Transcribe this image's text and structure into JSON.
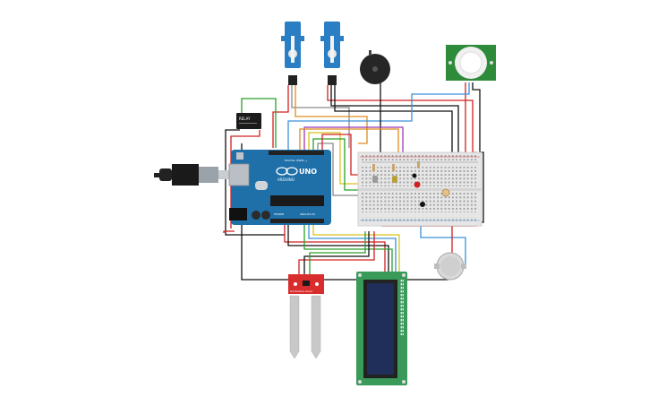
{
  "board": {
    "logo_text": "UNO",
    "brand_text": "ARDUINO",
    "digital_label": "DIGITAL (PWM~)",
    "power_label": "POWER",
    "analog_label": "ANALOG IN"
  },
  "relay": {
    "label": "RELAY"
  },
  "soil_sensor": {
    "label": "Soil Moisture Sensor"
  },
  "colors": {
    "arduino_blue": "#1f6fa8",
    "servo_blue": "#2a7fc4",
    "pir_green": "#2e8b3a",
    "lcd_green": "#3a9a5a",
    "lcd_screen": "#1f2f5a",
    "soil_red": "#d92c2c",
    "breadboard": "#e6e6e6",
    "wire_red": "#d12020",
    "wire_black": "#111111",
    "wire_green": "#2aa02a",
    "wire_blue": "#3a8fd9",
    "wire_yellow": "#d8c21a",
    "wire_orange": "#e08a20",
    "wire_purple": "#9a3ab0",
    "wire_gray": "#8a8a8a"
  },
  "icons": [
    "usb-cable-icon",
    "servo-icon",
    "buzzer-icon",
    "pir-sensor-icon",
    "gas-sensor-icon",
    "lcd-icon",
    "soil-probe-icon",
    "relay-icon",
    "led-icon",
    "push-button-icon",
    "potentiometer-icon"
  ]
}
